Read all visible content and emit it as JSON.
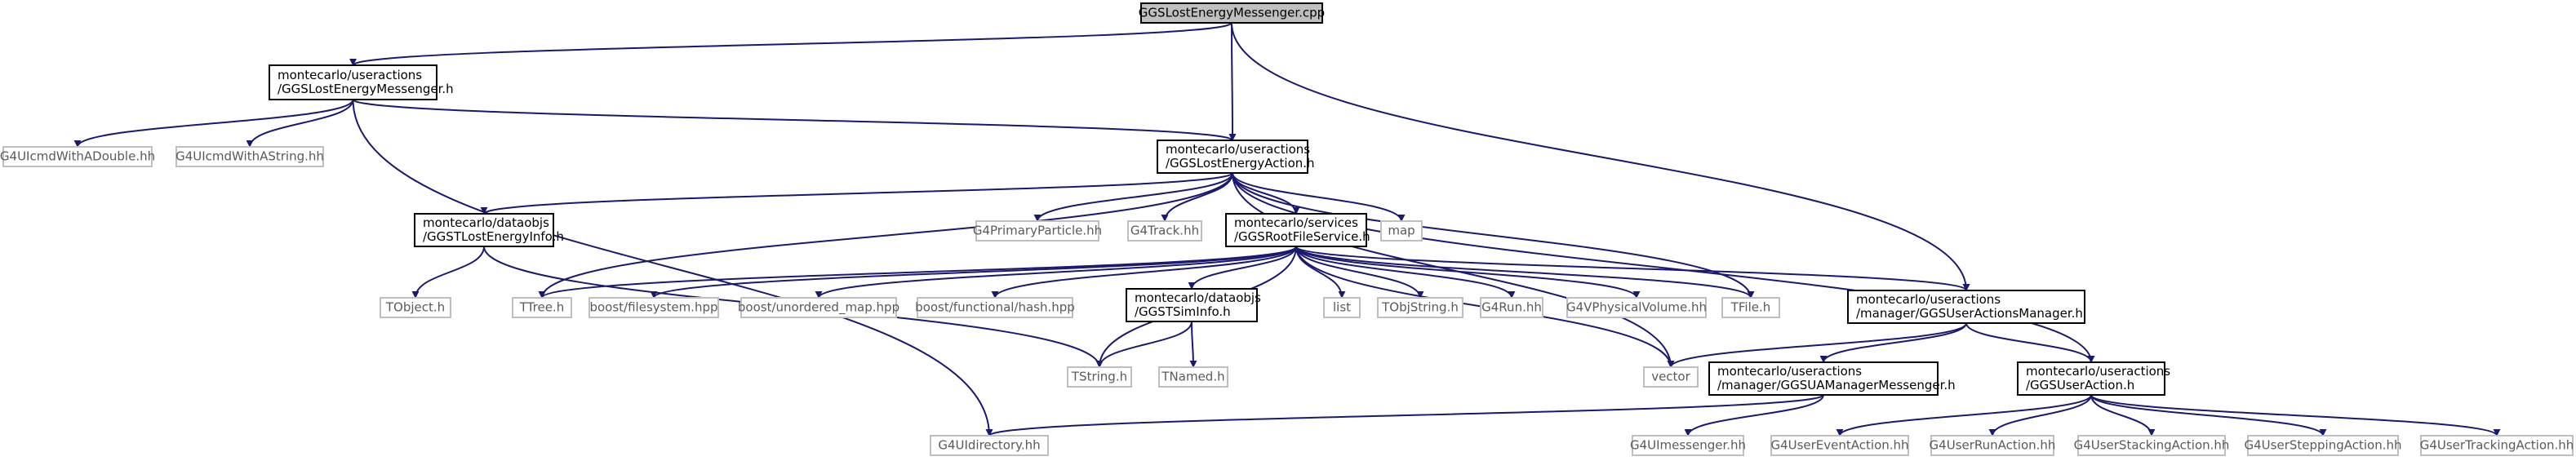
{
  "graph": {
    "title": "GGSLostEnergyMessenger.cpp",
    "colors": {
      "edge": "#191970",
      "node_border_strong": "#000000",
      "node_border_external": "#bfbfbf",
      "node_text_strong": "#000000",
      "node_text_external": "#5a5a5a",
      "root_fill": "#bfbfbf"
    },
    "nodes": [
      {
        "id": "root",
        "lines": [
          "GGSLostEnergyMessenger.cpp"
        ],
        "kind": "root"
      },
      {
        "id": "messenger_h",
        "lines": [
          "montecarlo/useractions",
          "/GGSLostEnergyMessenger.h"
        ],
        "kind": "file"
      },
      {
        "id": "cmd_double",
        "lines": [
          "G4UIcmdWithADouble.hh"
        ],
        "kind": "external"
      },
      {
        "id": "cmd_string",
        "lines": [
          "G4UIcmdWithAString.hh"
        ],
        "kind": "external"
      },
      {
        "id": "action_h",
        "lines": [
          "montecarlo/useractions",
          "/GGSLostEnergyAction.h"
        ],
        "kind": "file"
      },
      {
        "id": "lostinfo_h",
        "lines": [
          "montecarlo/dataobjs",
          "/GGSTLostEnergyInfo.h"
        ],
        "kind": "file"
      },
      {
        "id": "primary",
        "lines": [
          "G4PrimaryParticle.hh"
        ],
        "kind": "external"
      },
      {
        "id": "track",
        "lines": [
          "G4Track.hh"
        ],
        "kind": "external"
      },
      {
        "id": "rootfile_h",
        "lines": [
          "montecarlo/services",
          "/GGSRootFileService.h"
        ],
        "kind": "file"
      },
      {
        "id": "map",
        "lines": [
          "map"
        ],
        "kind": "external"
      },
      {
        "id": "tobject",
        "lines": [
          "TObject.h"
        ],
        "kind": "external"
      },
      {
        "id": "ttree",
        "lines": [
          "TTree.h"
        ],
        "kind": "external"
      },
      {
        "id": "fs",
        "lines": [
          "boost/filesystem.hpp"
        ],
        "kind": "external"
      },
      {
        "id": "umap",
        "lines": [
          "boost/unordered_map.hpp"
        ],
        "kind": "external"
      },
      {
        "id": "hash",
        "lines": [
          "boost/functional/hash.hpp"
        ],
        "kind": "external"
      },
      {
        "id": "siminfo_h",
        "lines": [
          "montecarlo/dataobjs",
          "/GGSTSimInfo.h"
        ],
        "kind": "file"
      },
      {
        "id": "list",
        "lines": [
          "list"
        ],
        "kind": "external"
      },
      {
        "id": "tobjstring",
        "lines": [
          "TObjString.h"
        ],
        "kind": "external"
      },
      {
        "id": "g4run",
        "lines": [
          "G4Run.hh"
        ],
        "kind": "external"
      },
      {
        "id": "physvol",
        "lines": [
          "G4VPhysicalVolume.hh"
        ],
        "kind": "external"
      },
      {
        "id": "tfile",
        "lines": [
          "TFile.h"
        ],
        "kind": "external"
      },
      {
        "id": "uamgr_h",
        "lines": [
          "montecarlo/useractions",
          "/manager/GGSUserActionsManager.h"
        ],
        "kind": "file"
      },
      {
        "id": "tstring",
        "lines": [
          "TString.h"
        ],
        "kind": "external"
      },
      {
        "id": "tnamed",
        "lines": [
          "TNamed.h"
        ],
        "kind": "external"
      },
      {
        "id": "vector",
        "lines": [
          "vector"
        ],
        "kind": "external"
      },
      {
        "id": "uamgrmsg_h",
        "lines": [
          "montecarlo/useractions",
          "/manager/GGSUAManagerMessenger.h"
        ],
        "kind": "file"
      },
      {
        "id": "useraction_h",
        "lines": [
          "montecarlo/useractions",
          "/GGSUserAction.h"
        ],
        "kind": "file"
      },
      {
        "id": "uidir",
        "lines": [
          "G4UIdirectory.hh"
        ],
        "kind": "external"
      },
      {
        "id": "uimessenger",
        "lines": [
          "G4UImessenger.hh"
        ],
        "kind": "external"
      },
      {
        "id": "evtaction",
        "lines": [
          "G4UserEventAction.hh"
        ],
        "kind": "external"
      },
      {
        "id": "runaction",
        "lines": [
          "G4UserRunAction.hh"
        ],
        "kind": "external"
      },
      {
        "id": "stackaction",
        "lines": [
          "G4UserStackingAction.hh"
        ],
        "kind": "external"
      },
      {
        "id": "stepaction",
        "lines": [
          "G4UserSteppingAction.hh"
        ],
        "kind": "external"
      },
      {
        "id": "trackaction",
        "lines": [
          "G4UserTrackingAction.hh"
        ],
        "kind": "external"
      }
    ],
    "edges": [
      [
        "root",
        "messenger_h"
      ],
      [
        "root",
        "action_h"
      ],
      [
        "root",
        "uamgr_h"
      ],
      [
        "messenger_h",
        "cmd_double"
      ],
      [
        "messenger_h",
        "cmd_string"
      ],
      [
        "messenger_h",
        "action_h"
      ],
      [
        "messenger_h",
        "uidir"
      ],
      [
        "action_h",
        "lostinfo_h"
      ],
      [
        "action_h",
        "primary"
      ],
      [
        "action_h",
        "track"
      ],
      [
        "action_h",
        "rootfile_h"
      ],
      [
        "action_h",
        "map"
      ],
      [
        "action_h",
        "ttree"
      ],
      [
        "action_h",
        "tfile"
      ],
      [
        "action_h",
        "vector"
      ],
      [
        "action_h",
        "useraction_h"
      ],
      [
        "lostinfo_h",
        "tobject"
      ],
      [
        "lostinfo_h",
        "tstring"
      ],
      [
        "rootfile_h",
        "ttree"
      ],
      [
        "rootfile_h",
        "fs"
      ],
      [
        "rootfile_h",
        "umap"
      ],
      [
        "rootfile_h",
        "hash"
      ],
      [
        "rootfile_h",
        "siminfo_h"
      ],
      [
        "rootfile_h",
        "list"
      ],
      [
        "rootfile_h",
        "tobjstring"
      ],
      [
        "rootfile_h",
        "g4run"
      ],
      [
        "rootfile_h",
        "physvol"
      ],
      [
        "rootfile_h",
        "tfile"
      ],
      [
        "rootfile_h",
        "uamgr_h"
      ],
      [
        "rootfile_h",
        "tstring"
      ],
      [
        "rootfile_h",
        "vector"
      ],
      [
        "siminfo_h",
        "tstring"
      ],
      [
        "siminfo_h",
        "tnamed"
      ],
      [
        "uamgr_h",
        "vector"
      ],
      [
        "uamgr_h",
        "uamgrmsg_h"
      ],
      [
        "uamgr_h",
        "useraction_h"
      ],
      [
        "uamgrmsg_h",
        "uidir"
      ],
      [
        "uamgrmsg_h",
        "uimessenger"
      ],
      [
        "useraction_h",
        "evtaction"
      ],
      [
        "useraction_h",
        "runaction"
      ],
      [
        "useraction_h",
        "stackaction"
      ],
      [
        "useraction_h",
        "stepaction"
      ],
      [
        "useraction_h",
        "trackaction"
      ]
    ]
  }
}
